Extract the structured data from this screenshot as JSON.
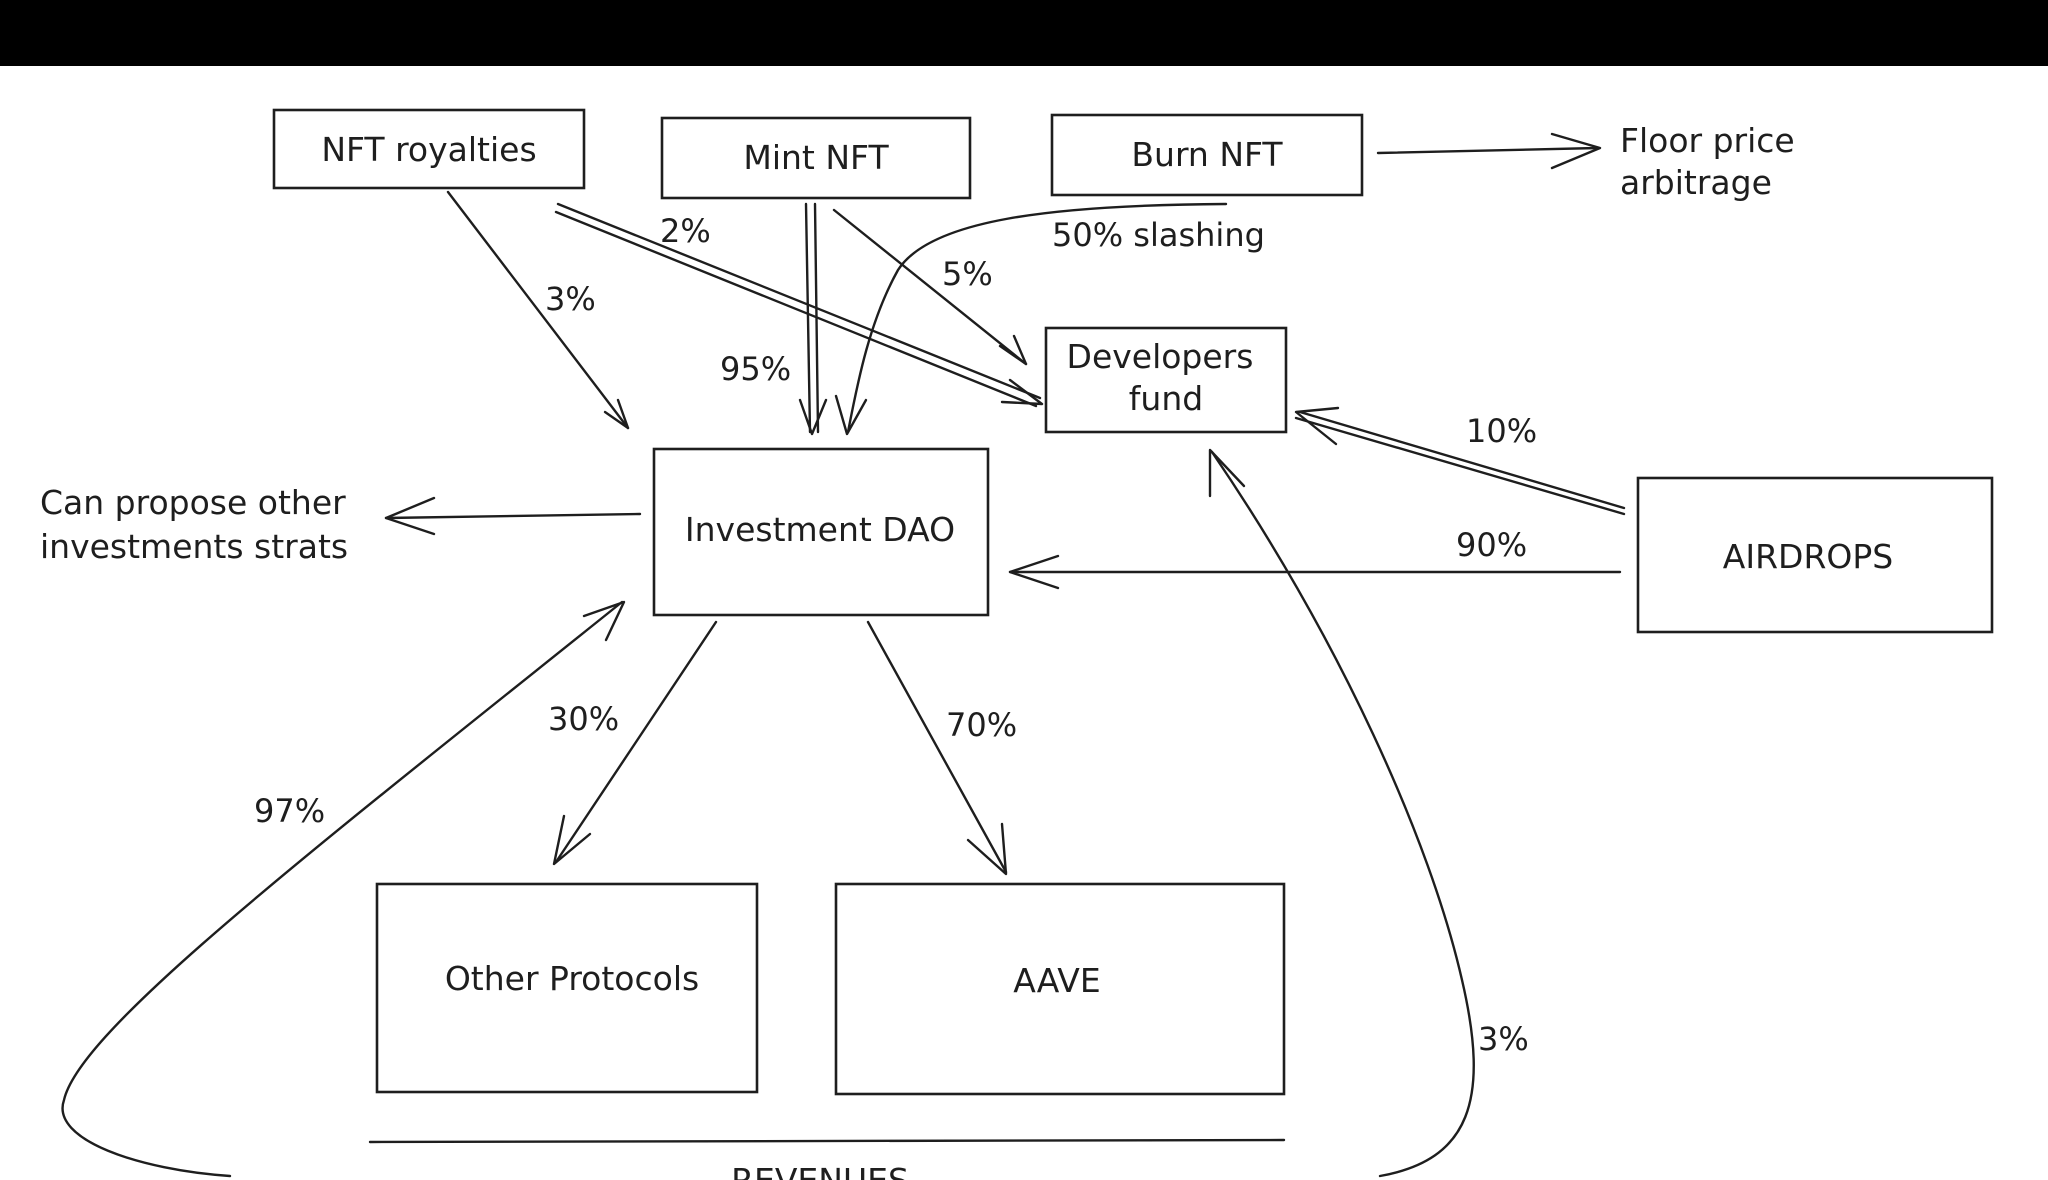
{
  "nodes": {
    "nft_royalties": "NFT royalties",
    "mint_nft": "Mint NFT",
    "burn_nft": "Burn NFT",
    "floor_price": [
      "Floor price",
      "arbitrage"
    ],
    "developers_fund": [
      "Developers",
      "fund"
    ],
    "investment_dao": "Investment DAO",
    "can_propose": [
      "Can propose other",
      "investments strats"
    ],
    "airdrops": "AIRDROPS",
    "other_protocols": "Other Protocols",
    "aave": "AAVE",
    "revenues": "REVENUES"
  },
  "edges": {
    "royalties_to_dao": "3%",
    "royalties_to_dev": "2%",
    "mint_to_dao": "95%",
    "mint_to_dev": "5%",
    "burn_to_dao": "50% slashing",
    "airdrops_to_dev": "10%",
    "airdrops_to_dao": "90%",
    "dao_to_other": "30%",
    "dao_to_aave": "70%",
    "revenues_to_dao": "97%",
    "revenues_to_dev": "3%"
  }
}
